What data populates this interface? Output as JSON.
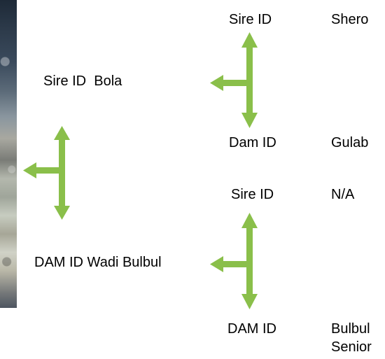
{
  "colors": {
    "arrow": "#8ABF4A",
    "text": "#000000",
    "background": "#FFFFFF"
  },
  "labels": {
    "sire_bola": "Sire ID  Bola",
    "dam_wadi": "DAM ID Wadi Bulbul",
    "sire_id_top": "Sire ID",
    "shero": "Shero",
    "dam_id_mid": "Dam ID",
    "gulab": "Gulab",
    "sire_id_lower": "Sire ID",
    "na": "N/A",
    "dam_id_bottom": "DAM ID",
    "bulbul": "Bulbul",
    "senior": "Senior"
  },
  "icons": {
    "photo": "horse-photo-fragment",
    "connector": "green-split-arrow"
  }
}
